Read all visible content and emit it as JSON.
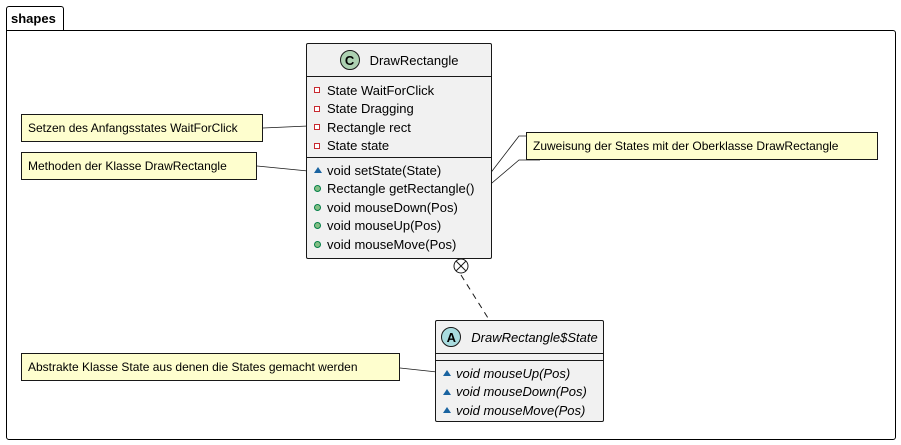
{
  "package": {
    "name": "shapes"
  },
  "draw_rectangle": {
    "stereotype_letter": "C",
    "name": "DrawRectangle",
    "fields": [
      {
        "visibility": "private",
        "text": "State WaitForClick"
      },
      {
        "visibility": "private",
        "text": "State Dragging"
      },
      {
        "visibility": "private",
        "text": "Rectangle rect"
      },
      {
        "visibility": "private",
        "text": "State state"
      }
    ],
    "methods": [
      {
        "visibility": "package",
        "text": "void setState(State)"
      },
      {
        "visibility": "public",
        "text": "Rectangle getRectangle()"
      },
      {
        "visibility": "public",
        "text": "void mouseDown(Pos)"
      },
      {
        "visibility": "public",
        "text": "void mouseUp(Pos)"
      },
      {
        "visibility": "public",
        "text": "void mouseMove(Pos)"
      }
    ]
  },
  "state_class": {
    "stereotype_letter": "A",
    "name": "DrawRectangle$State",
    "methods": [
      {
        "visibility": "package",
        "text": "void mouseUp(Pos)"
      },
      {
        "visibility": "package",
        "text": "void mouseDown(Pos)"
      },
      {
        "visibility": "package",
        "text": "void mouseMove(Pos)"
      }
    ]
  },
  "notes": {
    "anfangsstate": "Setzen des Anfangsstates WaitForClick",
    "methoden": "Methoden der Klasse DrawRectangle",
    "zuweisung": "Zuweisung der States mit der Oberklasse DrawRectangle",
    "abstrakt": "Abstrakte Klasse State aus denen die States gemacht werden"
  },
  "colors": {
    "class_bg": "#F1F1F1",
    "note_bg": "#FEFECE",
    "class_circle": "#ADD1B2",
    "abstract_circle": "#A9DCDF"
  }
}
